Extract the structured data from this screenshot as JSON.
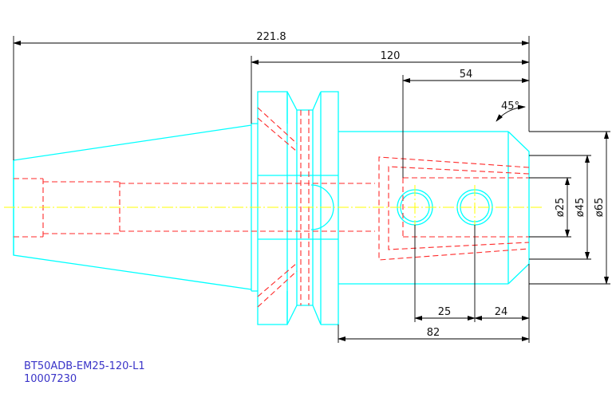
{
  "drawing": {
    "part_number": "BT50ADB-EM25-120-L1",
    "part_code": "10007230",
    "dimensions": {
      "overall_length": "221.8",
      "gauge_to_end": "120",
      "bore_section": "54",
      "chamfer_angle": "45°",
      "bore_diameter": "ø25",
      "mid_diameter": "ø45",
      "outer_diameter": "ø65",
      "screw_spacing": "25",
      "screw_offset": "24",
      "nose_length": "82"
    },
    "colors": {
      "outline": "#00ffff",
      "hidden": "#ff2a2a",
      "centerline": "#ffff00",
      "dimension": "#000000",
      "title_text": "#3a34c8"
    }
  }
}
